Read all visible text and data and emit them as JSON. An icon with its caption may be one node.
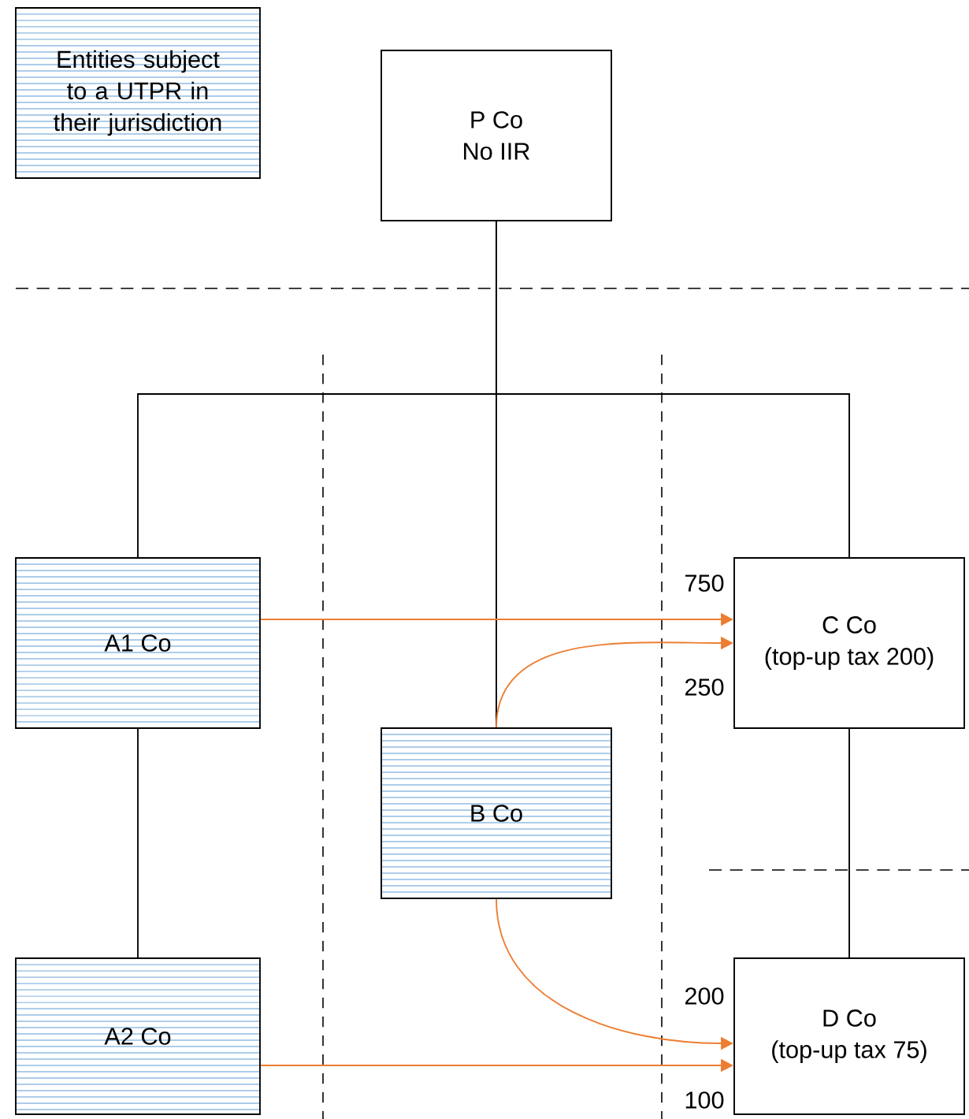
{
  "diagram": {
    "nodes": [
      {
        "text": [
          "P Co",
          "No IIR"
        ]
      },
      {
        "text": [
          "A1 Co"
        ]
      },
      {
        "text": [
          "B Co"
        ]
      },
      {
        "text": [
          "C Co",
          "(top-up tax 200)"
        ]
      },
      {
        "text": [
          "A2 Co"
        ]
      },
      {
        "text": [
          "D Co",
          "(top-up tax 75)"
        ]
      }
    ],
    "edges": [
      {
        "from": 0,
        "to": 1,
        "arrow": "none"
      },
      {
        "from": 0,
        "to": 2,
        "arrow": "none"
      },
      {
        "from": 0,
        "to": 3,
        "arrow": "none"
      },
      {
        "from": 1,
        "to": 4,
        "arrow": "none"
      },
      {
        "from": 3,
        "to": 5,
        "arrow": "none"
      },
      {
        "from": 1,
        "to": 3,
        "arrow": "to",
        "label": "750",
        "color": "#ed7d31"
      },
      {
        "from": 2,
        "to": 3,
        "arrow": "to",
        "label": "250",
        "color": "#ed7d31"
      },
      {
        "from": 2,
        "to": 5,
        "arrow": "to",
        "label": "200",
        "color": "#ed7d31"
      },
      {
        "from": 4,
        "to": 5,
        "arrow": "to",
        "label": "100",
        "color": "#ed7d31"
      }
    ],
    "legend": [
      {
        "text": "Entities subject to a UTPR in their jurisdiction"
      }
    ]
  }
}
